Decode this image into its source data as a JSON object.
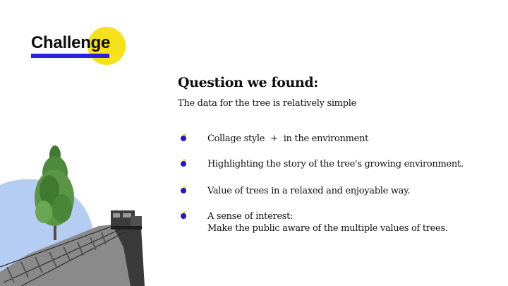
{
  "title": "Challenge",
  "heading": "Question we found:",
  "subheading": "The data for the tree is relatively simple",
  "bullets": [
    {
      "text_a": "Collage style",
      "plus": "+",
      "text_b": "in the environment"
    },
    {
      "text": "Highlighting the story of the tree's growing environment."
    },
    {
      "text": "Value of trees in a relaxed and enjoyable way."
    },
    {
      "line1": "A sense of interest:",
      "line2": "Make the public aware of the multiple values of trees."
    }
  ],
  "colors": {
    "accent_yellow": "#f7e11a",
    "accent_blue": "#2a22e0",
    "bullet_blue": "#2418c8",
    "circle_light_blue": "#b5cdf3"
  },
  "illustration": {
    "icon": "tree-railway-collage-image"
  }
}
